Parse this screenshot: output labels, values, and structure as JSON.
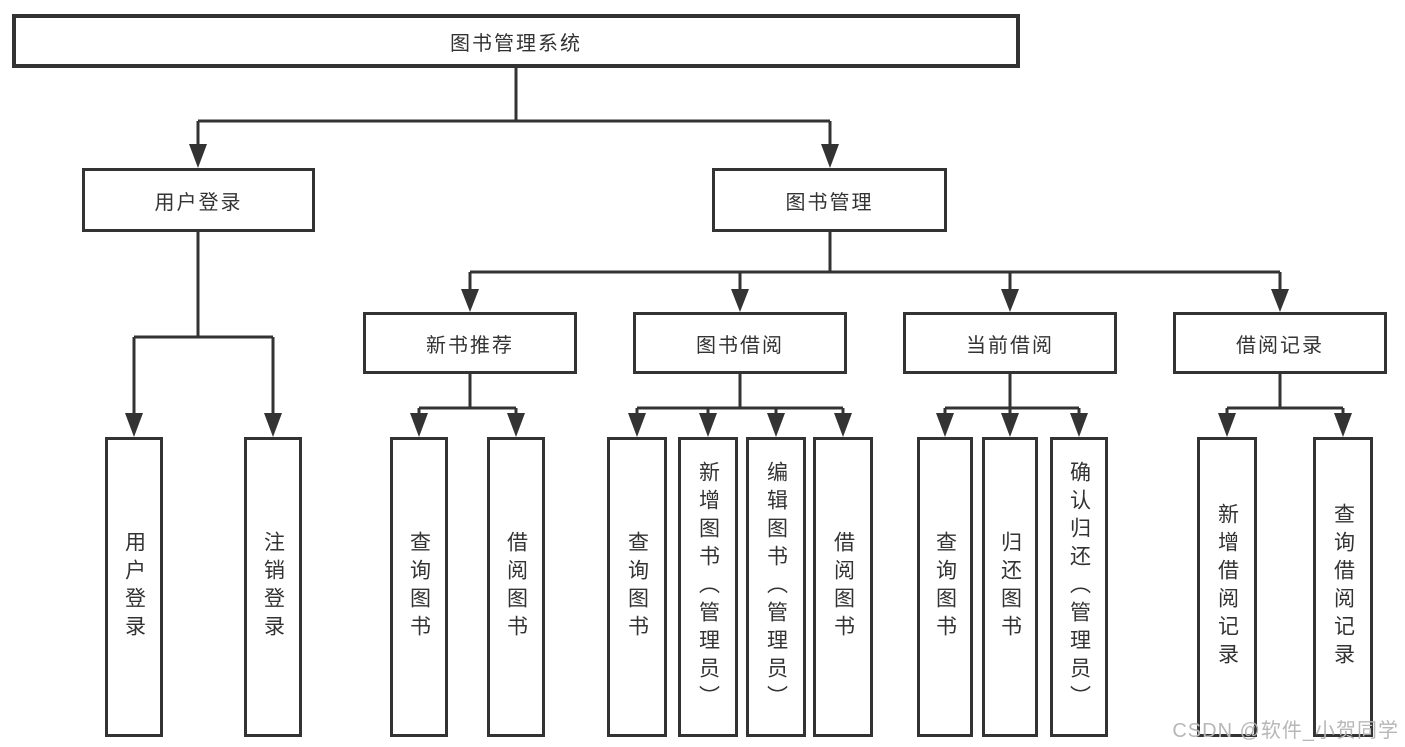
{
  "tree": {
    "label": "图书管理系统",
    "children": [
      {
        "label": "用户登录",
        "children": [
          {
            "label": "用户登录"
          },
          {
            "label": "注销登录"
          }
        ]
      },
      {
        "label": "图书管理",
        "children": [
          {
            "label": "新书推荐",
            "children": [
              {
                "label": "查询图书"
              },
              {
                "label": "借阅图书"
              }
            ]
          },
          {
            "label": "图书借阅",
            "children": [
              {
                "label": "查询图书"
              },
              {
                "label": "新增图书（管理员）"
              },
              {
                "label": "编辑图书（管理员）"
              },
              {
                "label": "借阅图书"
              }
            ]
          },
          {
            "label": "当前借阅",
            "children": [
              {
                "label": "查询图书"
              },
              {
                "label": "归还图书"
              },
              {
                "label": "确认归还（管理员）"
              }
            ]
          },
          {
            "label": "借阅记录",
            "children": [
              {
                "label": "新增借阅记录"
              },
              {
                "label": "查询借阅记录"
              }
            ]
          }
        ]
      }
    ]
  },
  "watermark": {
    "text": "CSDN @软件_小贺同学"
  },
  "colors": {
    "line": "#333333",
    "text": "#333333",
    "background": "#ffffff",
    "watermark": "#b8b6b6"
  }
}
